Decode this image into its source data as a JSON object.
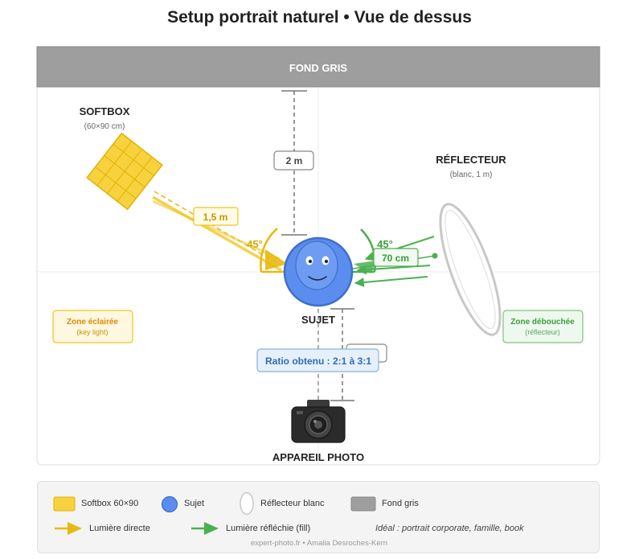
{
  "title": "Setup portrait naturel • Vue de dessus",
  "backdrop": {
    "label": "FOND GRIS"
  },
  "softbox": {
    "label": "SOFTBOX",
    "sublabel": "(60×90 cm)"
  },
  "reflector": {
    "label": "RÉFLECTEUR",
    "sublabel": "(blanc, 1 m)"
  },
  "subject": {
    "label": "SUJET"
  },
  "camera": {
    "label": "APPAREIL PHOTO"
  },
  "distances": {
    "backdrop": "2 m",
    "softbox": "1,5 m",
    "reflector": "70 cm"
  },
  "angles": {
    "softbox": "45°",
    "reflector": "45°"
  },
  "zones": {
    "lit": {
      "title": "Zone éclairée",
      "subtitle": "(key light)"
    },
    "fill": {
      "title": "Zone débouchée",
      "subtitle": "(réflecteur)"
    }
  },
  "ratio": "Ratio obtenu : 2:1 à 3:1",
  "legend": {
    "softbox": "Softbox 60×90",
    "subject": "Sujet",
    "reflector": "Réflecteur blanc",
    "backdrop": "Fond gris",
    "direct": "Lumière directe",
    "reflected": "Lumière réfléchie (fill)",
    "ideal": "Idéal : portrait corporate, famille, book"
  },
  "footer": "expert-photo.fr • Amalia Desroches-Kern",
  "colors": {
    "softbox": "#f7d23e",
    "direct_light": "#e8b90f",
    "reflected_light": "#4caf50",
    "subject": "#5b8def",
    "backdrop": "#9e9e9e",
    "ratio_text": "#2f6db5"
  }
}
